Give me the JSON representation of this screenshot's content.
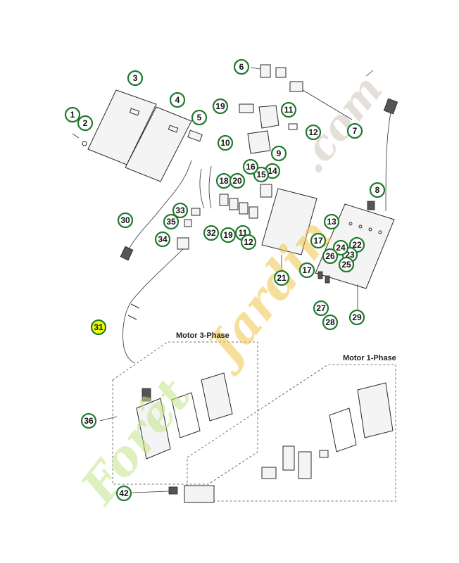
{
  "diagram": {
    "groups": [
      {
        "id": "motor3",
        "label": "Motor 3-Phase"
      },
      {
        "id": "motor1",
        "label": "Motor 1-Phase"
      }
    ],
    "watermark": {
      "brand_a": "Forêt",
      "brand_b": "Jardin",
      "suffix": ".com",
      "color_a": "#c4e48a",
      "color_b": "#f0c64a",
      "color_c": "#cfc7bb"
    },
    "highlight_color": "#f2ff00",
    "callout_color": "#1f7a2e",
    "callouts": [
      {
        "id": "c1",
        "label": "1"
      },
      {
        "id": "c2",
        "label": "2"
      },
      {
        "id": "c3",
        "label": "3"
      },
      {
        "id": "c4",
        "label": "4"
      },
      {
        "id": "c5",
        "label": "5"
      },
      {
        "id": "c6",
        "label": "6"
      },
      {
        "id": "c7",
        "label": "7"
      },
      {
        "id": "c8",
        "label": "8"
      },
      {
        "id": "c9",
        "label": "9"
      },
      {
        "id": "c10",
        "label": "10"
      },
      {
        "id": "c11a",
        "label": "11"
      },
      {
        "id": "c11b",
        "label": "11"
      },
      {
        "id": "c12a",
        "label": "12"
      },
      {
        "id": "c12b",
        "label": "12"
      },
      {
        "id": "c13",
        "label": "13"
      },
      {
        "id": "c14",
        "label": "14"
      },
      {
        "id": "c15",
        "label": "15"
      },
      {
        "id": "c16",
        "label": "16"
      },
      {
        "id": "c17a",
        "label": "17"
      },
      {
        "id": "c17b",
        "label": "17"
      },
      {
        "id": "c18",
        "label": "18"
      },
      {
        "id": "c19a",
        "label": "19"
      },
      {
        "id": "c19b",
        "label": "19"
      },
      {
        "id": "c20",
        "label": "20"
      },
      {
        "id": "c21",
        "label": "21"
      },
      {
        "id": "c22",
        "label": "22"
      },
      {
        "id": "c23",
        "label": "23"
      },
      {
        "id": "c24",
        "label": "24"
      },
      {
        "id": "c25",
        "label": "25"
      },
      {
        "id": "c26",
        "label": "26"
      },
      {
        "id": "c27",
        "label": "27"
      },
      {
        "id": "c28",
        "label": "28"
      },
      {
        "id": "c29",
        "label": "29"
      },
      {
        "id": "c30",
        "label": "30"
      },
      {
        "id": "c31",
        "label": "31",
        "highlighted": true
      },
      {
        "id": "c32",
        "label": "32"
      },
      {
        "id": "c33",
        "label": "33"
      },
      {
        "id": "c34",
        "label": "34"
      },
      {
        "id": "c35",
        "label": "35"
      },
      {
        "id": "c36",
        "label": "36"
      },
      {
        "id": "c42",
        "label": "42"
      }
    ]
  }
}
